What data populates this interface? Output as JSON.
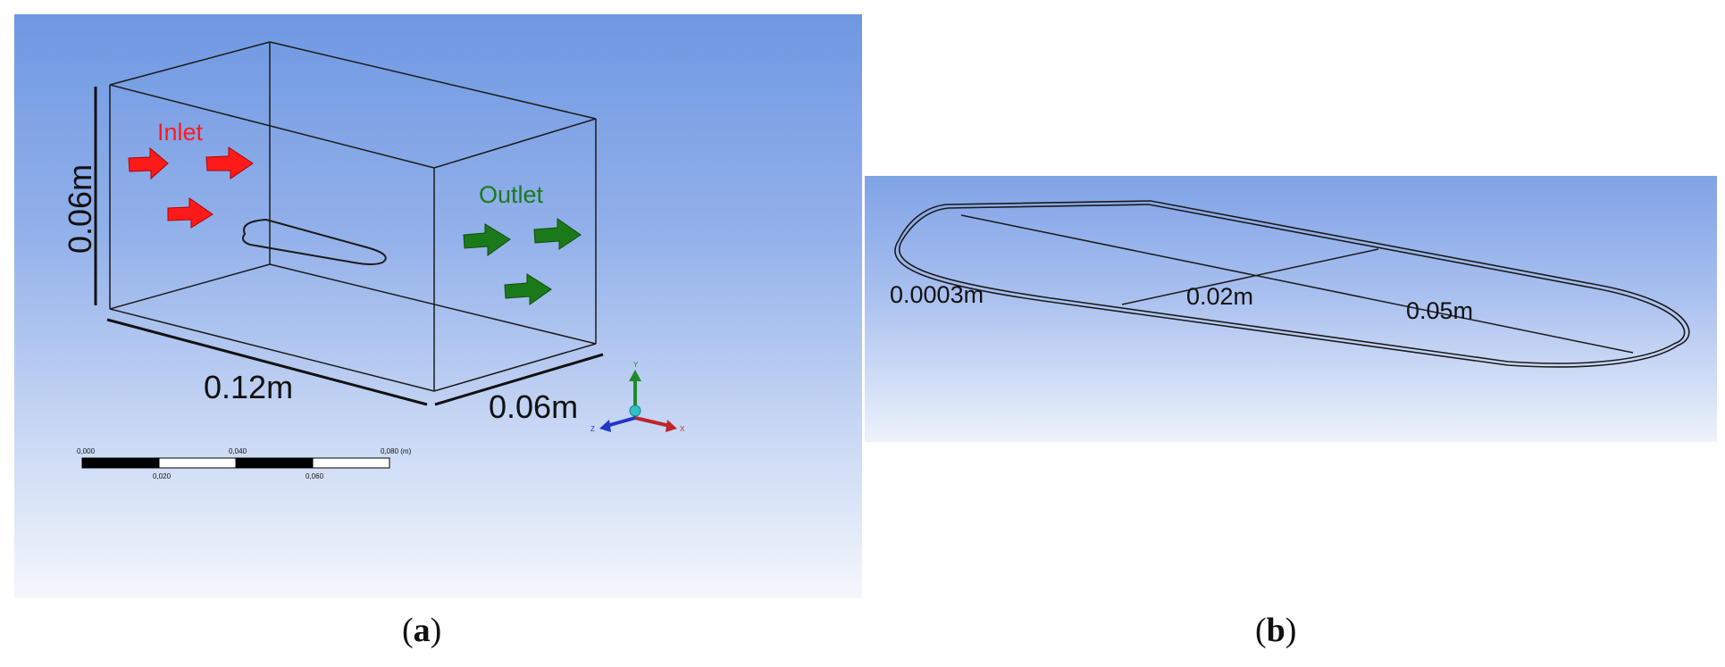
{
  "panel_a": {
    "inlet_label": "Inlet",
    "outlet_label": "Outlet",
    "dim_height": "0.06m",
    "dim_length": "0.12m",
    "dim_depth": "0.06m",
    "scale_bar": {
      "top_ticks": [
        "0,000",
        "0,040",
        "0,080 (m)"
      ],
      "bottom_ticks": [
        "0,020",
        "0,060"
      ]
    },
    "axes": {
      "x": "X",
      "y": "Y",
      "z": "Z"
    },
    "colors": {
      "inlet": "#ff1a1a",
      "outlet": "#1a7a1a",
      "x_axis": "#c0262b",
      "y_axis": "#1f8a2a",
      "z_axis": "#2236c8",
      "origin": "#33c1c9"
    }
  },
  "panel_b": {
    "dim_thickness": "0.0003m",
    "dim_width": "0.02m",
    "dim_half_length": "0.05m"
  },
  "captions": {
    "a": {
      "open": "(",
      "letter": "a",
      "close": ")"
    },
    "b": {
      "open": "(",
      "letter": "b",
      "close": ")"
    }
  }
}
